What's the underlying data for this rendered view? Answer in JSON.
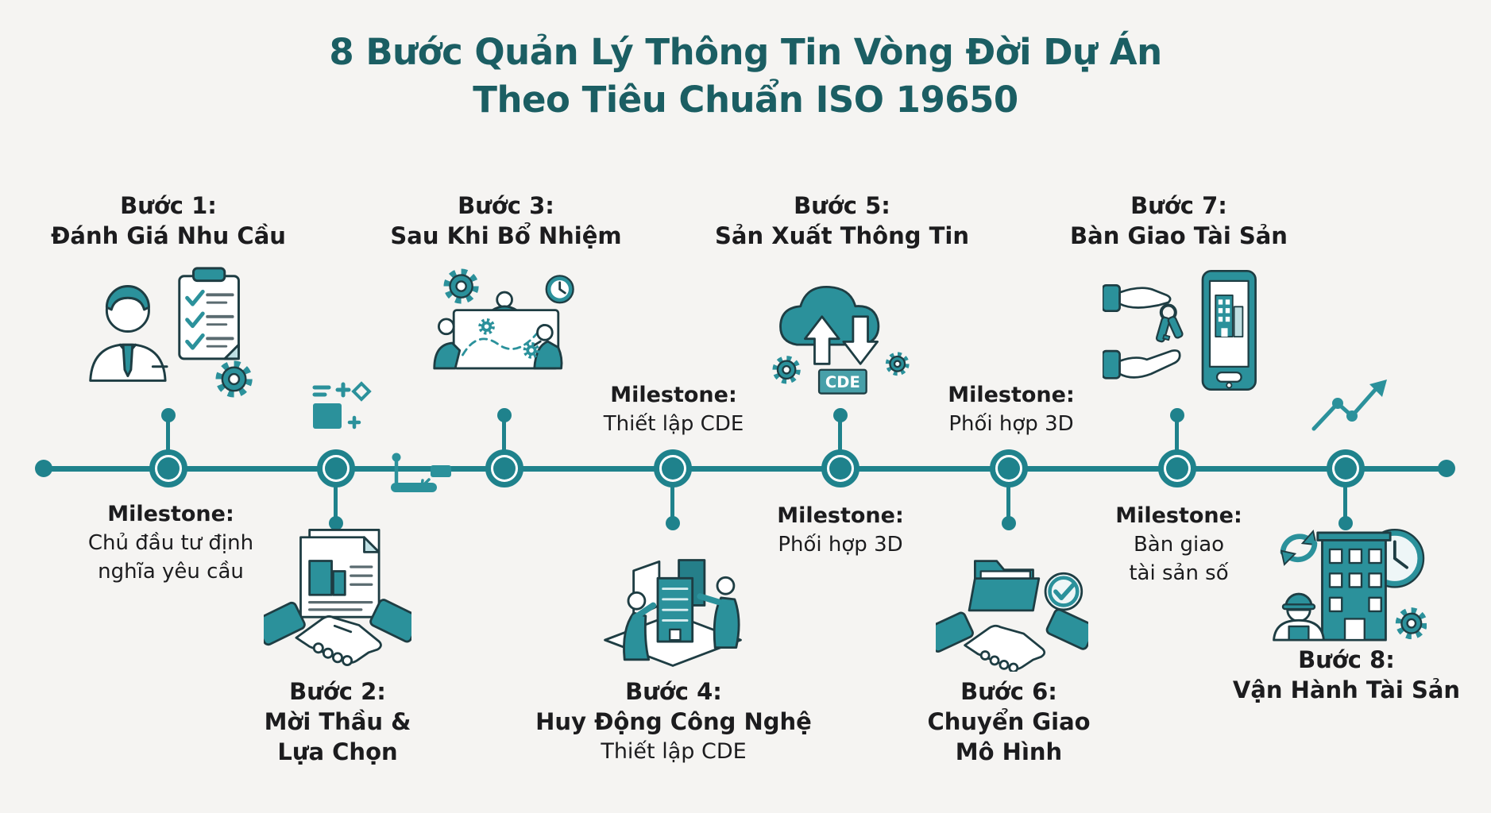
{
  "title": {
    "line1": "8 Bước Quản Lý Thông Tin Vòng Đời Dự Án",
    "line2": "Theo Tiêu Chuẩn ISO 19650"
  },
  "colors": {
    "accent": "#1f828c",
    "icon_teal": "#2b919b",
    "title_text": "#1b5e63",
    "body_text": "#1c1c1e",
    "background": "#f5f4f2"
  },
  "timeline": {
    "node_count": 8,
    "orientation": "horizontal"
  },
  "steps": [
    {
      "id": 1,
      "side": "above",
      "lines": [
        "Bước 1:",
        "Đánh Giá Nhu Cầu"
      ],
      "icon": "person-checklist-gear-icon"
    },
    {
      "id": 2,
      "side": "below",
      "lines": [
        "Bước 2:",
        "Mời Thầu &",
        "Lựa Chọn"
      ],
      "icon": "handshake-contract-icon"
    },
    {
      "id": 3,
      "side": "above",
      "lines": [
        "Bước 3:",
        "Sau Khi Bổ Nhiệm"
      ],
      "icon": "team-planning-gears-icon"
    },
    {
      "id": 4,
      "side": "below",
      "lines": [
        "Bước 4:",
        "Huy Động Công Nghệ"
      ],
      "subline": "Thiết lập CDE",
      "icon": "people-3d-buildings-icon"
    },
    {
      "id": 5,
      "side": "above",
      "lines": [
        "Bước 5:",
        "Sản Xuất Thông Tin"
      ],
      "badge": "CDE",
      "icon": "cloud-data-exchange-icon"
    },
    {
      "id": 6,
      "side": "below",
      "lines": [
        "Bước 6:",
        "Chuyển Giao",
        "Mô Hình"
      ],
      "icon": "handshake-folder-check-icon"
    },
    {
      "id": 7,
      "side": "above",
      "lines": [
        "Bước 7:",
        "Bàn Giao Tài Sản"
      ],
      "icon": "hands-keys-tablet-icon"
    },
    {
      "id": 8,
      "side": "below",
      "lines": [
        "Bước 8:",
        "Vận Hành Tài Sản"
      ],
      "icon": "building-operation-icon"
    }
  ],
  "milestones": [
    {
      "anchor_step": 1,
      "side": "below",
      "head": "Milestone:",
      "lines": [
        "Chủ đầu tư định",
        "nghĩa yêu cầu"
      ]
    },
    {
      "anchor_step": 4,
      "side": "above",
      "head": "Milestone:",
      "lines": [
        "Thiết lập CDE"
      ]
    },
    {
      "anchor_step": 5,
      "side": "below",
      "head": "Milestone:",
      "lines": [
        "Phối hợp 3D"
      ]
    },
    {
      "anchor_step": 6,
      "side": "above",
      "head": "Milestone:",
      "lines": [
        "Phối hợp 3D"
      ]
    },
    {
      "anchor_step": 7,
      "side": "below",
      "head": "Milestone:",
      "lines": [
        "Bàn giao",
        "tài sản số"
      ]
    }
  ],
  "decorations": [
    {
      "name": "sparkle-box-icon",
      "near_step": 2
    },
    {
      "name": "scanner-device-icon",
      "near_step": 3
    },
    {
      "name": "growth-trend-icon",
      "near_step": 8
    }
  ]
}
